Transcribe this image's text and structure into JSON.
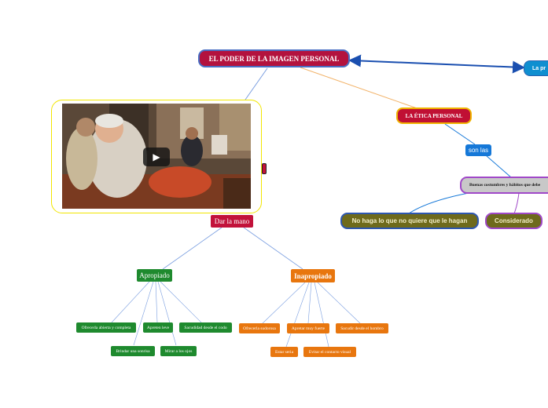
{
  "title": "EL PODER DE LA IMAGEN PERSONAL",
  "right_tab": "La pr",
  "etica": "LA ÉTICA PERSONAL",
  "son_las": "son las",
  "buenas": "Buenas costumbres y hábitos que debe",
  "no_haga": "No haga lo que no quiere que le hagan",
  "considerado": "Considerado",
  "dar_la_mano": "Dar la mano",
  "apropiado": "Apropiado",
  "inapropiado": "Inapropiado",
  "apropiado_items": [
    "Ofrecerla abierta y completa",
    "Apreten leve",
    "Sacudidad desde el codo",
    "Brindar una sonrisa",
    "Mirar a los ojos"
  ],
  "inapropiado_items": [
    "Ofrecerla sudorosa",
    "Apretar muy fuerte",
    "Sacudir desde el hombro",
    "Estar seria",
    "Evitar el contacto visual"
  ],
  "video": {
    "play_icon": "play-icon"
  },
  "colors": {
    "title": "#b3123e",
    "green": "#1e8a2e",
    "orange": "#e8760e",
    "olive": "#6e6a1c",
    "blue": "#1578d8"
  }
}
